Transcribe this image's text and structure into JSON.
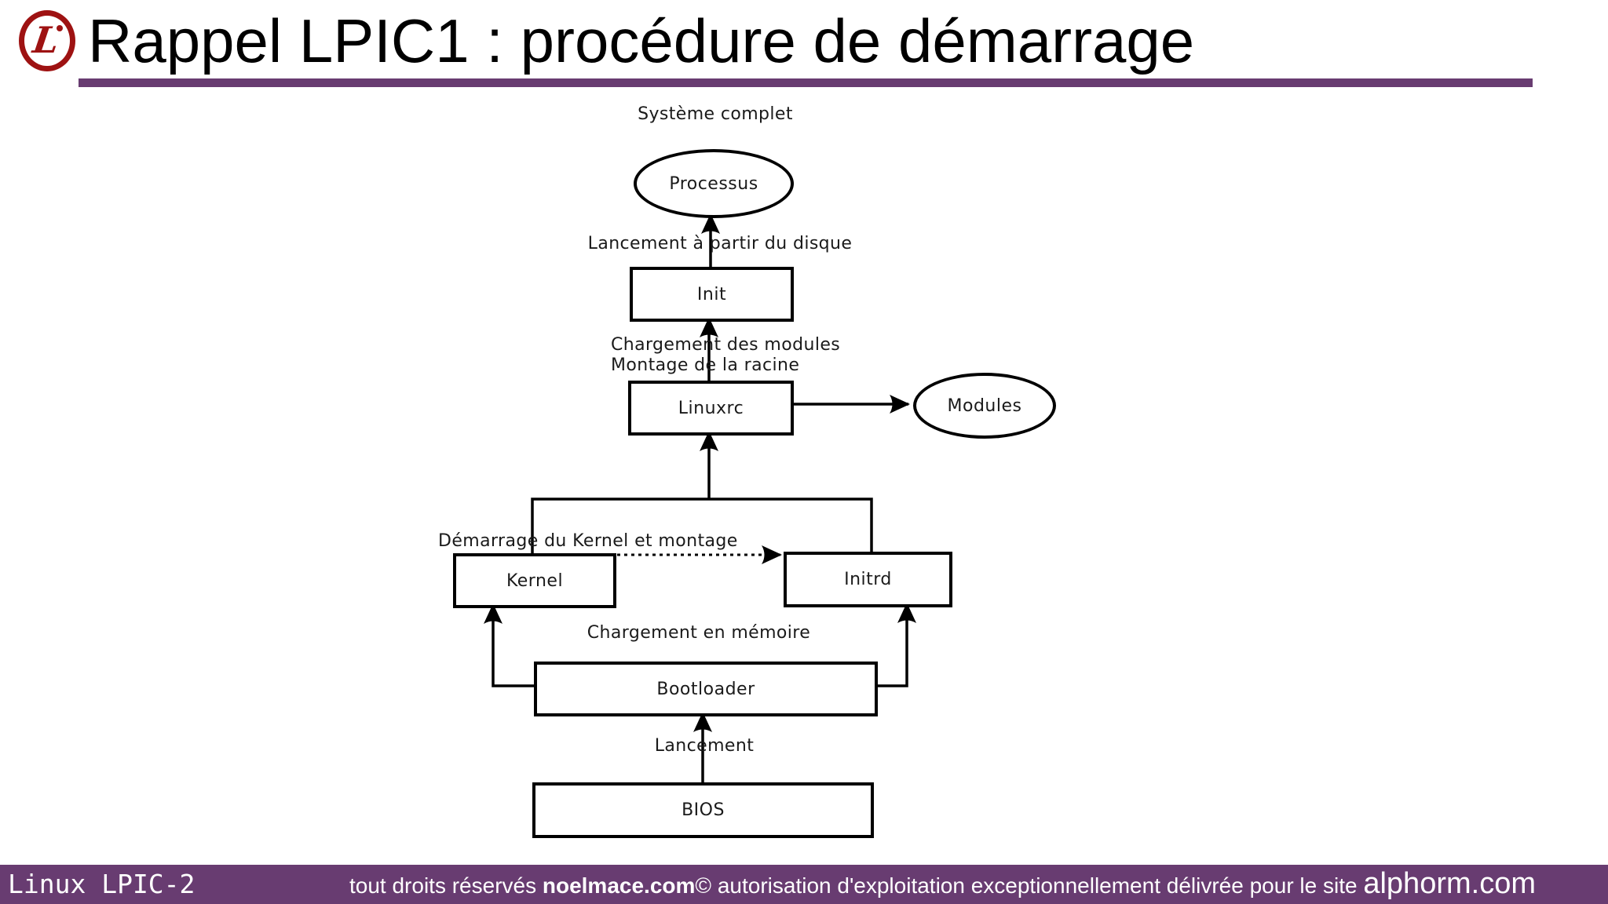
{
  "header": {
    "title": "Rappel LPIC1 : procédure de démarrage",
    "logo_letter": "L"
  },
  "diagram": {
    "nodes": [
      {
        "id": "processus",
        "type": "ellipse",
        "label": "Processus"
      },
      {
        "id": "init",
        "type": "box",
        "label": "Init"
      },
      {
        "id": "linuxrc",
        "type": "box",
        "label": "Linuxrc"
      },
      {
        "id": "modules",
        "type": "ellipse",
        "label": "Modules"
      },
      {
        "id": "kernel",
        "type": "box",
        "label": "Kernel"
      },
      {
        "id": "initrd",
        "type": "box",
        "label": "Initrd"
      },
      {
        "id": "bootloader",
        "type": "box",
        "label": "Bootloader"
      },
      {
        "id": "bios",
        "type": "box",
        "label": "BIOS"
      }
    ],
    "labels": {
      "systeme_complet": "Système complet",
      "lancement_disque": "Lancement à partir du disque",
      "chargement_modules": "Chargement des modules",
      "montage_racine": "Montage de la racine",
      "demarrage_kernel": "Démarrage du Kernel et montage",
      "chargement_memoire": "Chargement en mémoire",
      "lancement": "Lancement"
    }
  },
  "footer": {
    "course": "Linux LPIC-2",
    "rights_prefix": "tout droits réservés ",
    "rights_site": "noelmace.com",
    "rights_copyright": "© ",
    "rights_middle": "autorisation d'exploitation exceptionnellement délivrée pour le site ",
    "rights_brand": "alphorm.com"
  },
  "colors": {
    "accent": "#683c71",
    "logo_red": "#9e1212",
    "stroke": "#000000"
  }
}
